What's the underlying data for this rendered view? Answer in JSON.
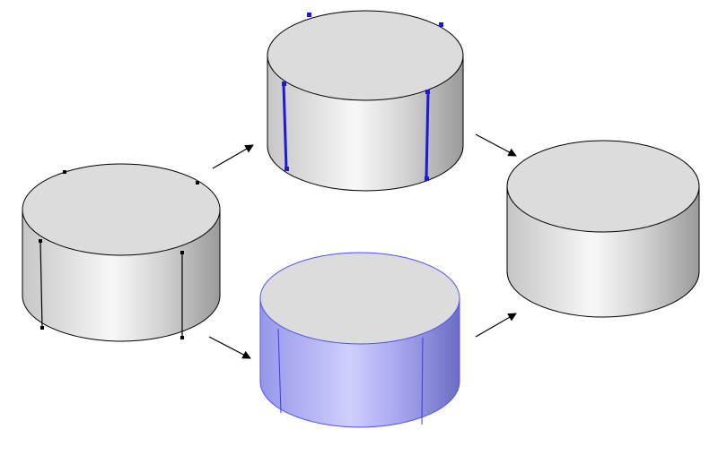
{
  "colors": {
    "background": "#ffffff",
    "top_face": "#dcdcdc",
    "outline": "#000000",
    "selected_edge": "#1a1adb",
    "selected_face_outline": "#5050f0",
    "vertex": "#000000",
    "arrow": "#000000"
  },
  "cylinders": [
    {
      "id": "original",
      "label": "",
      "style": "gray",
      "seam_edges": "thin-black",
      "vertices": true
    },
    {
      "id": "edges-selected",
      "label": "",
      "style": "gray",
      "seam_edges": "blue-highlight",
      "vertices": true
    },
    {
      "id": "faces-selected",
      "label": "",
      "style": "blue",
      "seam_edges": "thin-blue",
      "vertices": false
    },
    {
      "id": "result",
      "label": "",
      "style": "gray",
      "seam_edges": "none",
      "vertices": false
    }
  ],
  "arrows": [
    {
      "from": "original",
      "to": "edges-selected"
    },
    {
      "from": "original",
      "to": "faces-selected"
    },
    {
      "from": "edges-selected",
      "to": "result"
    },
    {
      "from": "faces-selected",
      "to": "result"
    }
  ]
}
